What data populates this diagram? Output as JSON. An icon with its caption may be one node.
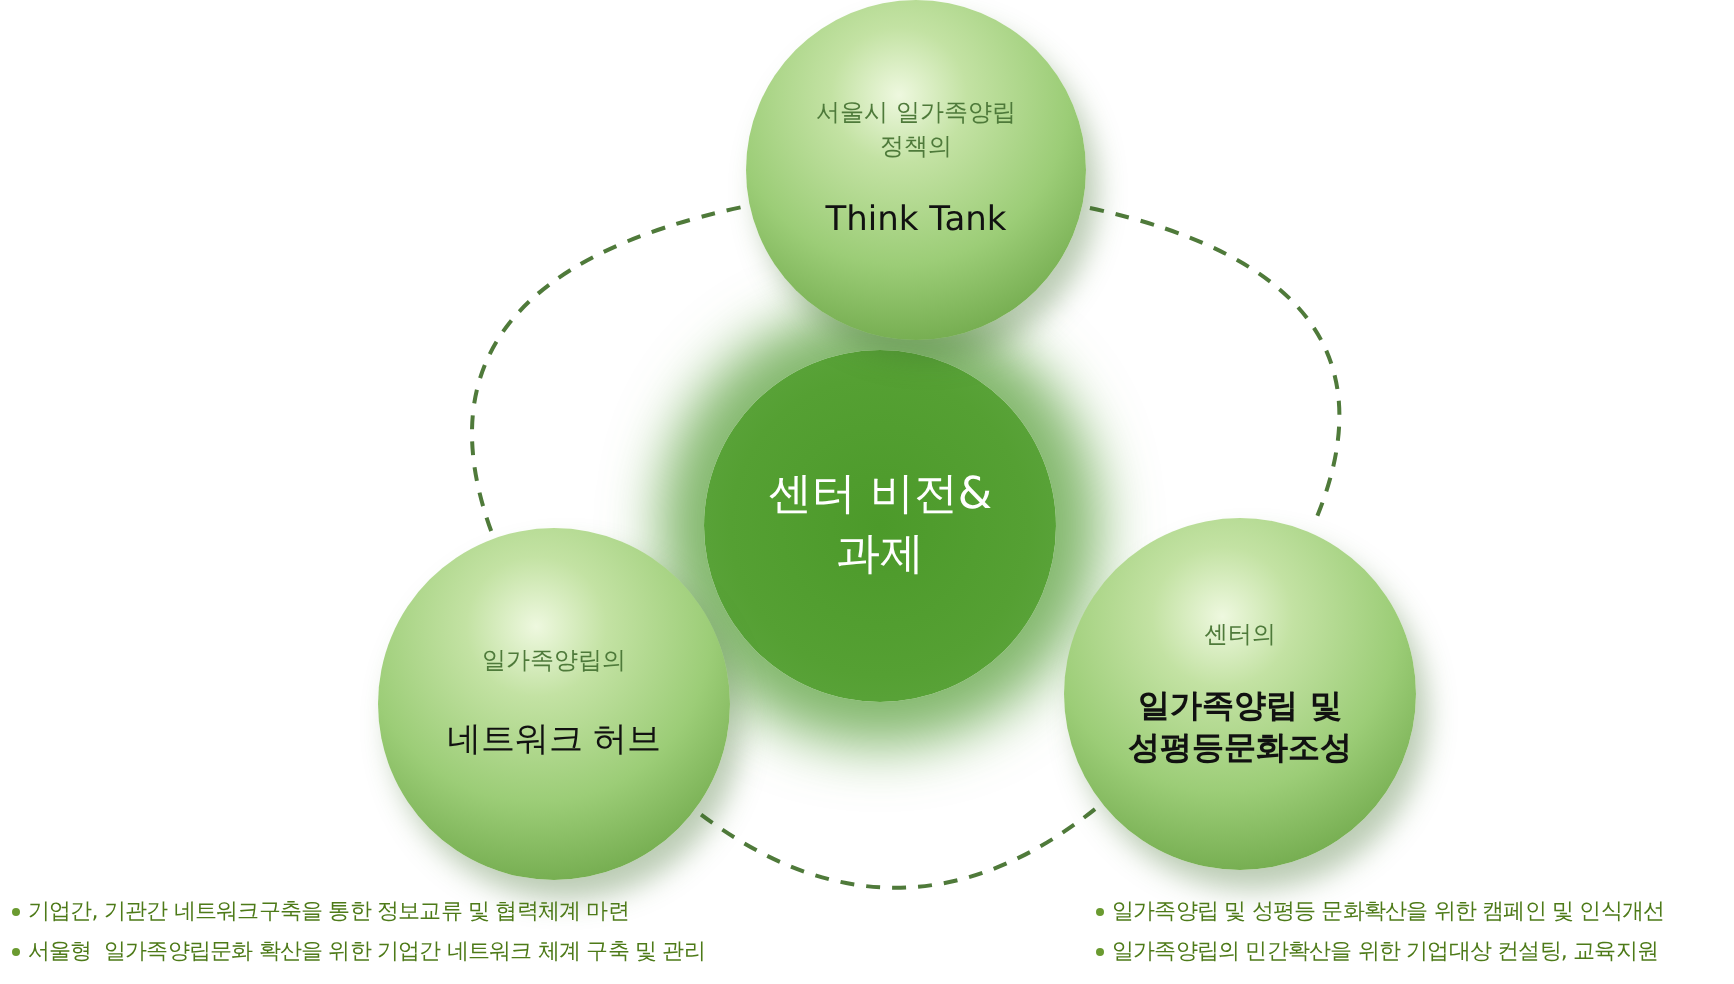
{
  "diagram": {
    "nodes": [
      {
        "text": [
          "센터 비전&과제"
        ]
      },
      {
        "text": [
          "서울시 일가족양립정책의",
          "Think Tank"
        ]
      },
      {
        "text": [
          "일가족양립의",
          "네트워크 허브"
        ],
        "beside": [
          "기업간, 기관간 네트워크구축을 통한 정보교류 및 협력체계 마련",
          "서울형  일가족양립문화 확산을 위한 기업간 네트워크 체계 구축 및 관리"
        ]
      },
      {
        "text": [
          "센터의",
          "일가족양립 및 성평등문화조성"
        ],
        "beside": [
          "일가족양립 및 성평등 문화확산을 위한 캠페인 및 인식개선",
          "일가족양립의 민간확산을 위한 기업대상 컨설팅, 교육지원"
        ]
      }
    ],
    "edges": [
      {
        "from": 2,
        "to": 1,
        "arrow": "none",
        "style": "dashed"
      },
      {
        "from": 1,
        "to": 3,
        "arrow": "none",
        "style": "dashed"
      },
      {
        "from": 2,
        "to": 3,
        "arrow": "none",
        "style": "dashed"
      }
    ]
  }
}
